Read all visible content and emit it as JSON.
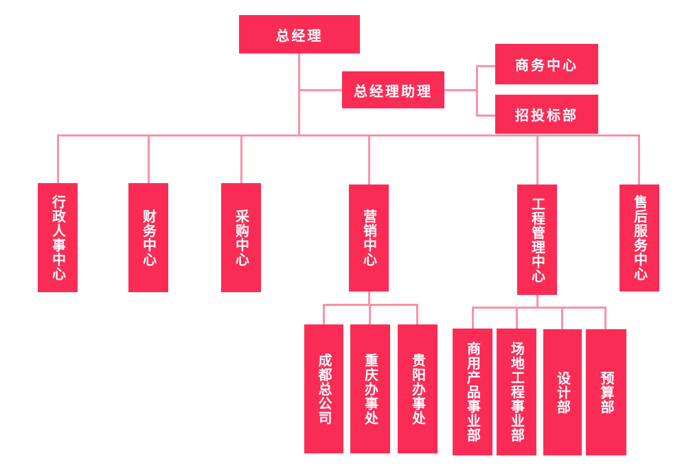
{
  "colors": {
    "node_fill": "#FA2C56",
    "node_text": "#FFFFFF",
    "connector": "#F992A6",
    "background": "#FFFFFF"
  },
  "diagram": {
    "type": "org-chart",
    "nodes": {
      "general_manager": {
        "label": "总经理",
        "text_direction": "horizontal"
      },
      "gm_assistant": {
        "label": "总经理助理",
        "text_direction": "horizontal"
      },
      "business_center": {
        "label": "商务中心",
        "text_direction": "horizontal"
      },
      "bidding_department": {
        "label": "招投标部",
        "text_direction": "horizontal"
      },
      "admin_hr_center": {
        "label": "行政人事中心",
        "text_direction": "vertical"
      },
      "finance_center": {
        "label": "财务中心",
        "text_direction": "vertical"
      },
      "procurement_center": {
        "label": "采购中心",
        "text_direction": "vertical"
      },
      "marketing_center": {
        "label": "营销中心",
        "text_direction": "vertical"
      },
      "engineering_management_center": {
        "label": "工程管理中心",
        "text_direction": "vertical"
      },
      "aftersales_service_center": {
        "label": "售后服务中心",
        "text_direction": "vertical"
      },
      "chengdu_head_office": {
        "label": "成都总公司",
        "text_direction": "vertical"
      },
      "chongqing_office": {
        "label": "重庆办事处",
        "text_direction": "vertical"
      },
      "guiyang_office": {
        "label": "贵阳办事处",
        "text_direction": "vertical"
      },
      "commercial_products_division": {
        "label": "商用产品事业部",
        "text_direction": "vertical"
      },
      "site_engineering_division": {
        "label": "场地工程事业部",
        "text_direction": "vertical"
      },
      "design_department": {
        "label": "设计部",
        "text_direction": "vertical"
      },
      "budget_department": {
        "label": "预算部",
        "text_direction": "vertical"
      }
    },
    "hierarchy": {
      "root": "general_manager",
      "edges": [
        [
          "general_manager",
          "gm_assistant"
        ],
        [
          "gm_assistant",
          "business_center"
        ],
        [
          "gm_assistant",
          "bidding_department"
        ],
        [
          "general_manager",
          "admin_hr_center"
        ],
        [
          "general_manager",
          "finance_center"
        ],
        [
          "general_manager",
          "procurement_center"
        ],
        [
          "general_manager",
          "marketing_center"
        ],
        [
          "general_manager",
          "engineering_management_center"
        ],
        [
          "general_manager",
          "aftersales_service_center"
        ],
        [
          "marketing_center",
          "chengdu_head_office"
        ],
        [
          "marketing_center",
          "chongqing_office"
        ],
        [
          "marketing_center",
          "guiyang_office"
        ],
        [
          "engineering_management_center",
          "commercial_products_division"
        ],
        [
          "engineering_management_center",
          "site_engineering_division"
        ],
        [
          "engineering_management_center",
          "design_department"
        ],
        [
          "engineering_management_center",
          "budget_department"
        ]
      ]
    }
  }
}
